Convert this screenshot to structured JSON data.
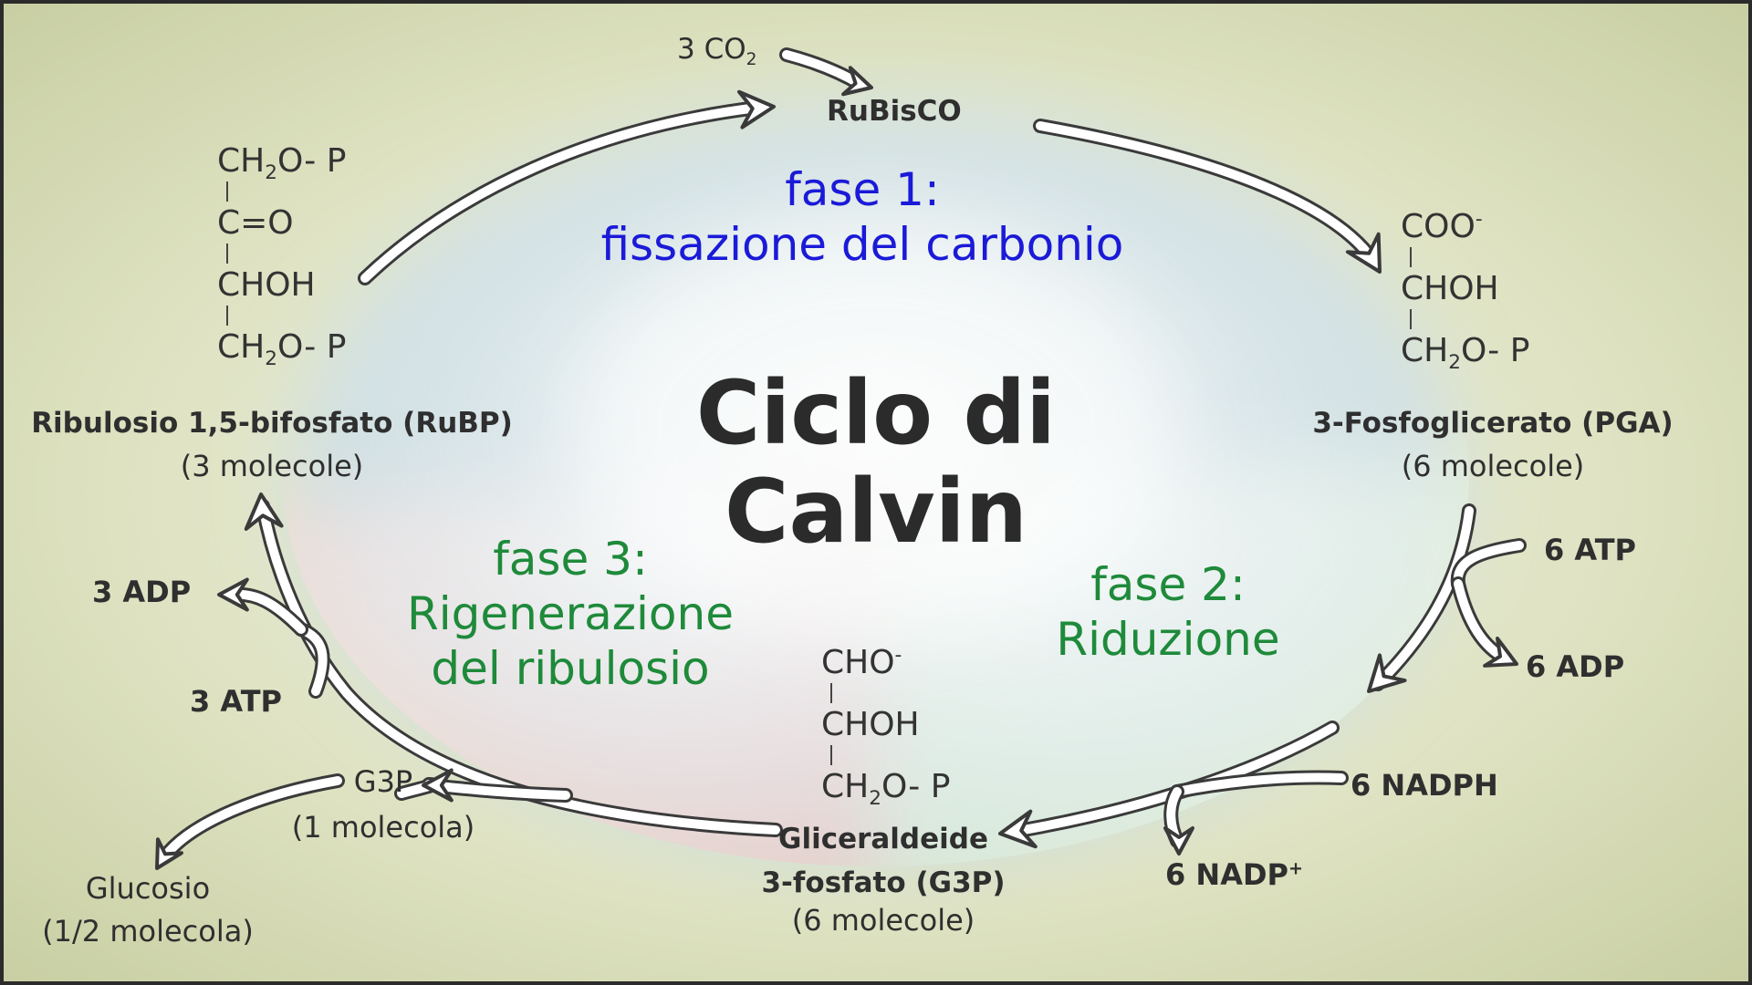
{
  "title": {
    "line1": "Ciclo di",
    "line2": "Calvin"
  },
  "colors": {
    "phase1": "#1a1ad8",
    "phase23": "#1e8a3a",
    "text": "#2f2f2f"
  },
  "phases": {
    "phase1": {
      "name": "fase 1:",
      "desc": "fissazione del carbonio"
    },
    "phase2": {
      "name": "fase 2:",
      "desc": "Riduzione"
    },
    "phase3": {
      "name": "fase 3:",
      "desc1": "Rigenerazione",
      "desc2": "del ribulosio"
    }
  },
  "enzyme": "RuBisCO",
  "inputs": {
    "co2_coef": "3 CO",
    "co2_sub": "2"
  },
  "compounds": {
    "rubp": {
      "name": "Ribulosio 1,5-bifosfato (RuBP)",
      "count": "(3 molecole)",
      "formula": [
        {
          "pre": "CH",
          "sub": "2",
          "post": "O- P"
        },
        {
          "pre": "C=O"
        },
        {
          "pre": "CHOH"
        },
        {
          "pre": "CH",
          "sub": "2",
          "post": "O- P"
        }
      ]
    },
    "pga": {
      "name": "3-Fosfoglicerato (PGA)",
      "count": "(6 molecole)",
      "formula": [
        {
          "pre": "COO",
          "sup": "-"
        },
        {
          "pre": "CHOH"
        },
        {
          "pre": "CH",
          "sub": "2",
          "post": "O- P"
        }
      ]
    },
    "g3p": {
      "name1": "Gliceraldeide",
      "name2": "3-fosfato (G3P)",
      "count": "(6 molecole)",
      "formula": [
        {
          "pre": "CHO",
          "sup": "-"
        },
        {
          "pre": "CHOH"
        },
        {
          "pre": "CH",
          "sub": "2",
          "post": "O- P"
        }
      ]
    }
  },
  "cofactors": {
    "atp6": "6 ATP",
    "adp6": "6 ADP",
    "nadph6": "6 NADPH",
    "nadp6": "6 NADP",
    "nadp6_sup": "+",
    "adp3": "3 ADP",
    "atp3": "3 ATP"
  },
  "outputs": {
    "g3p_out": "G3P",
    "g3p_out_count": "(1 molecola)",
    "glucose": "Glucosio",
    "glucose_count": "(1/2 molecola)"
  }
}
